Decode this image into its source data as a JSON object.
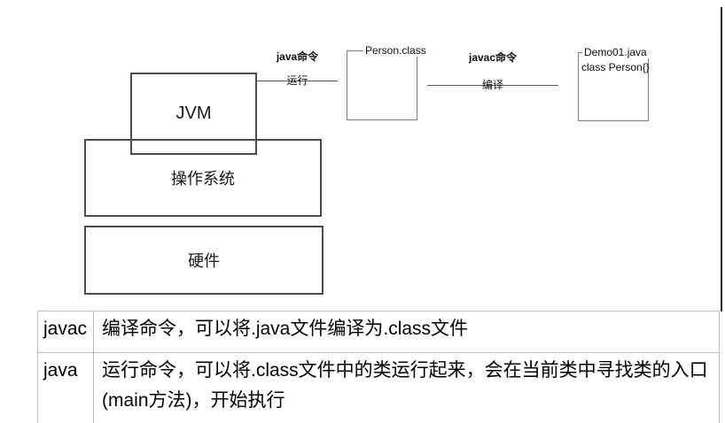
{
  "diagram": {
    "jvm_label": "JVM",
    "os_label": "操作系统",
    "hardware_label": "硬件",
    "run_command_label": "java命令",
    "run_label": "运行",
    "compile_command_label": "javac命令",
    "compile_label": "编译",
    "class_file_label": "Person.class",
    "java_file_label": "Demo01.java",
    "java_file_content": "class Person{}"
  },
  "table": {
    "rows": [
      {
        "command": "javac",
        "description": "编译命令，可以将.java文件编译为.class文件"
      },
      {
        "command": "java",
        "description": "运行命令，可以将.class文件中的类运行起来，会在当前类中寻找类的入口(main方法)，开始执行"
      }
    ]
  },
  "colors": {
    "box_border": "#4c4c4c",
    "file_box_border": "#7d7d7d",
    "connector_line": "#595959",
    "table_border": "#c1c1c1",
    "image_edge": "#262626",
    "background": "#ffffff"
  }
}
